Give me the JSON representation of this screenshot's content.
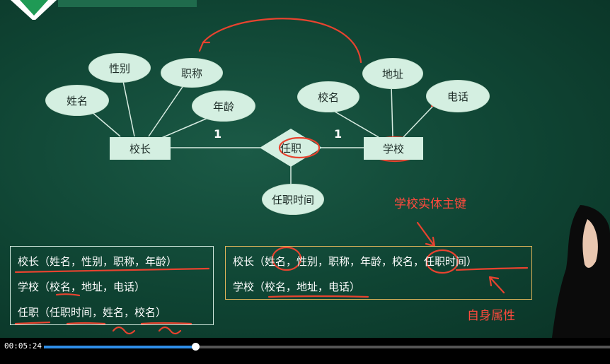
{
  "video": {
    "time": "00:05:24",
    "progress": 0.267
  },
  "er": {
    "principal": {
      "entity": "校长",
      "attrs": [
        "性别",
        "职称",
        "姓名",
        "年龄"
      ]
    },
    "relation": {
      "name": "任职",
      "attr": "任职时间",
      "card_left": "1",
      "card_right": "1"
    },
    "school": {
      "entity": "学校",
      "attrs": [
        "地址",
        "校名",
        "电话"
      ]
    }
  },
  "schema_left": {
    "rows": [
      "校长（姓名，性别，职称，年龄）",
      "学校（校名，地址，电话）",
      "任职（任职时间，姓名，校名）"
    ]
  },
  "schema_right": {
    "rows": [
      "校长（姓名，性别，职称，年龄，校名，任职时间）",
      "学校（校名，地址，电话）"
    ]
  },
  "annotations": {
    "primary_key": "学校实体主键",
    "own_attr": "自身属性"
  },
  "colors": {
    "board": "#0f4433",
    "node_fill": "#d4efe1",
    "annotation_red": "#ff4a3d",
    "progress": "#2f8ee8"
  }
}
